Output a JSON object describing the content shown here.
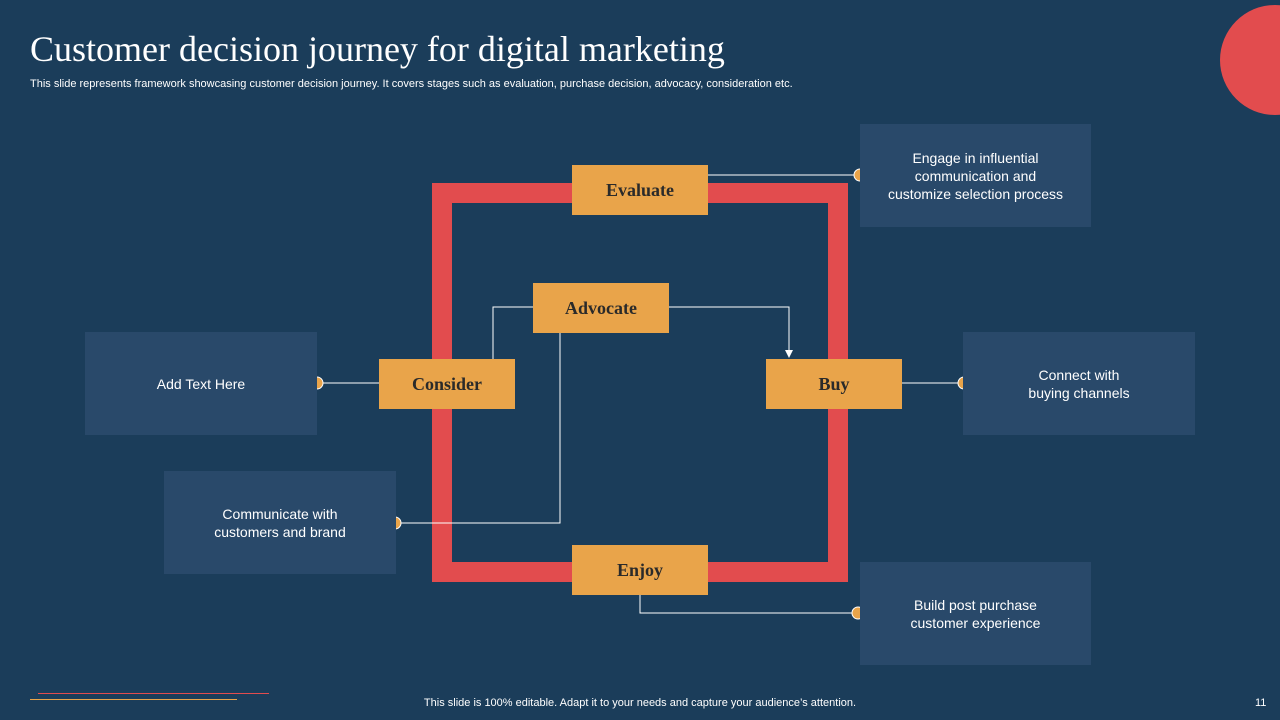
{
  "slide": {
    "title": "Customer decision journey for digital marketing",
    "subtitle": "This slide represents framework showcasing customer decision journey. It covers stages such as evaluation, purchase decision, advocacy, consideration etc.",
    "footer": "This slide is 100% editable. Adapt it to your needs and capture your audience’s attention.",
    "page_number": "11"
  },
  "stages": {
    "evaluate": "Evaluate",
    "advocate": "Advocate",
    "consider": "Consider",
    "buy": "Buy",
    "enjoy": "Enjoy"
  },
  "notes": {
    "evaluate": "Engage in influential\ncommunication and\ncustomize selection process",
    "consider": "Add Text Here",
    "buy": "Connect with\nbuying channels",
    "advocate": "Communicate with\ncustomers and brand",
    "enjoy": "Build post purchase\ncustomer experience"
  },
  "colors": {
    "background": "#1b3d5a",
    "frame": "#e24c4e",
    "stage_box": "#e9a44a",
    "note_box": "#29496a",
    "connector_dot": "#e9a44a"
  }
}
